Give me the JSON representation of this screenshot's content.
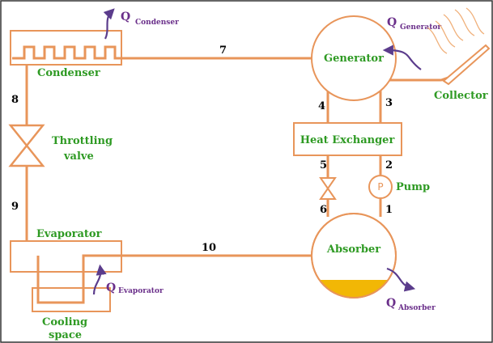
{
  "components": {
    "condenser": "Condenser",
    "generator": "Generator",
    "collector": "Collector",
    "heat_exchanger": "Heat Exchanger",
    "throttling_valve_line1": "Throttling",
    "throttling_valve_line2": "valve",
    "pump": "Pump",
    "pump_symbol": "P",
    "evaporator": "Evaporator",
    "absorber": "Absorber",
    "cooling_space_line1": "Cooling",
    "cooling_space_line2": "space"
  },
  "heat_flows": {
    "q_symbol": "Q",
    "condenser": "Condenser",
    "generator": "Generator",
    "evaporator": "Evaporator",
    "absorber": "Absorber"
  },
  "stream_numbers": {
    "s1": "1",
    "s2": "2",
    "s3": "3",
    "s4": "4",
    "s5": "5",
    "s6": "6",
    "s7": "7",
    "s8": "8",
    "s9": "9",
    "s10": "10"
  },
  "colors": {
    "pipe": "#e8955a",
    "label_green": "#2e9a23",
    "heat_arrow": "#5b3c8c",
    "absorber_liquid": "#f2b705"
  }
}
